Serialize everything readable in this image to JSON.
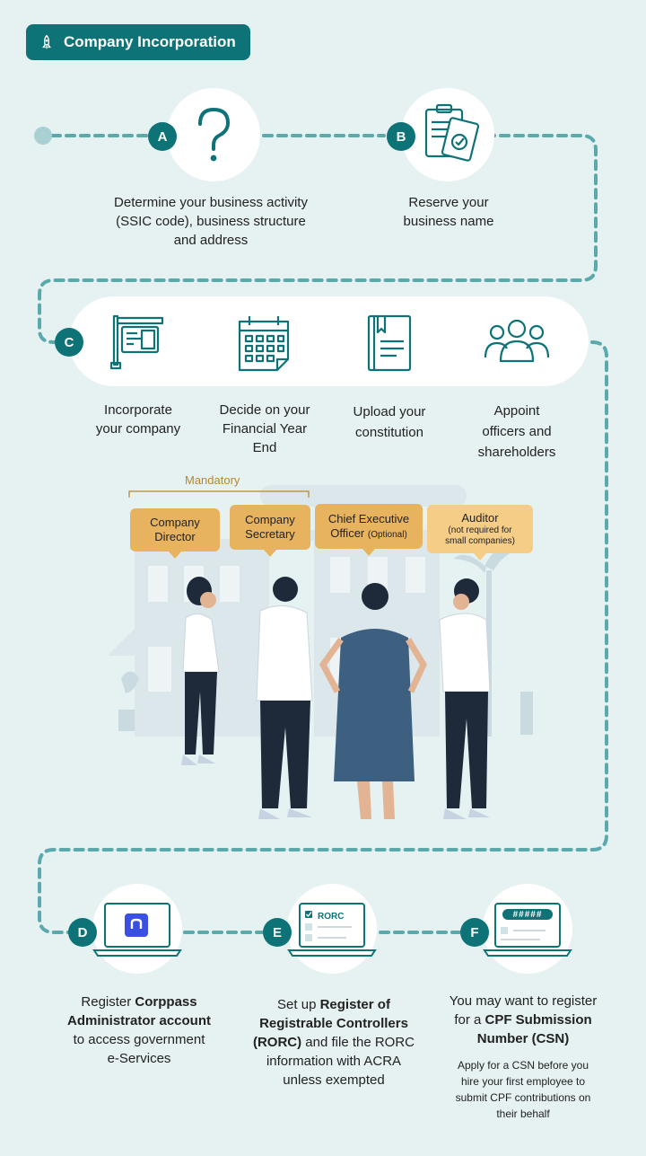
{
  "header": {
    "title": "Company Incorporation",
    "icon": "rocket-icon"
  },
  "steps": {
    "a": {
      "badge": "A",
      "icon": "question-mark-icon",
      "text": [
        "Determine your business activity",
        "(SSIC code), business structure",
        "and address"
      ]
    },
    "b": {
      "badge": "B",
      "icon": "clipboard-check-icon",
      "text": [
        "Reserve your",
        "business name"
      ]
    },
    "c": {
      "badge": "C",
      "items": [
        {
          "icon": "signboard-icon",
          "text": [
            "Incorporate",
            "your company"
          ]
        },
        {
          "icon": "calendar-icon",
          "text": [
            "Decide on your",
            "Financial Year",
            "End"
          ]
        },
        {
          "icon": "document-book-icon",
          "text": [
            "Upload your",
            "constitution"
          ]
        },
        {
          "icon": "people-group-icon",
          "text": [
            "Appoint",
            "officers and",
            "shareholders"
          ]
        }
      ]
    },
    "d": {
      "badge": "D",
      "icon": "laptop-corppass-icon",
      "pre": "Register ",
      "bold1": "Corppass",
      "bold2": "Administrator account",
      "rest": [
        "to access government",
        "e-Services"
      ]
    },
    "e": {
      "badge": "E",
      "icon": "laptop-rorc-icon",
      "screen_label": "RORC",
      "line1_pre": "Set up ",
      "line1_bold": "Register of",
      "line2_bold": "Registrable Controllers",
      "line3_bold": "(RORC)",
      "line3_rest": " and file the RORC",
      "rest": [
        "information with ACRA",
        "unless exempted"
      ]
    },
    "f": {
      "badge": "F",
      "icon": "laptop-csn-icon",
      "screen_label": "#####",
      "line1": "You may want to register",
      "line2_pre": "for a ",
      "line2_bold": "CPF Submission",
      "line3_bold": "Number (CSN)",
      "sub": [
        "Apply for a CSN before you",
        "hire your first employee to",
        "submit CPF contributions on",
        "their behalf"
      ]
    }
  },
  "mandatory_label": "Mandatory",
  "callouts": [
    {
      "title": "Company",
      "title2": "Director"
    },
    {
      "title": "Company",
      "title2": "Secretary"
    },
    {
      "title": "Chief Executive",
      "title2_pre": "Officer ",
      "title2_small": "(Optional)"
    },
    {
      "title": "Auditor",
      "small1": "(not required for",
      "small2": "small companies)"
    }
  ],
  "colors": {
    "teal": "#0d7377",
    "background": "#e6f1f2",
    "callout": "#e8b35e",
    "callout_light": "#f6cd87",
    "dotted_line": "#5aa9ad"
  }
}
